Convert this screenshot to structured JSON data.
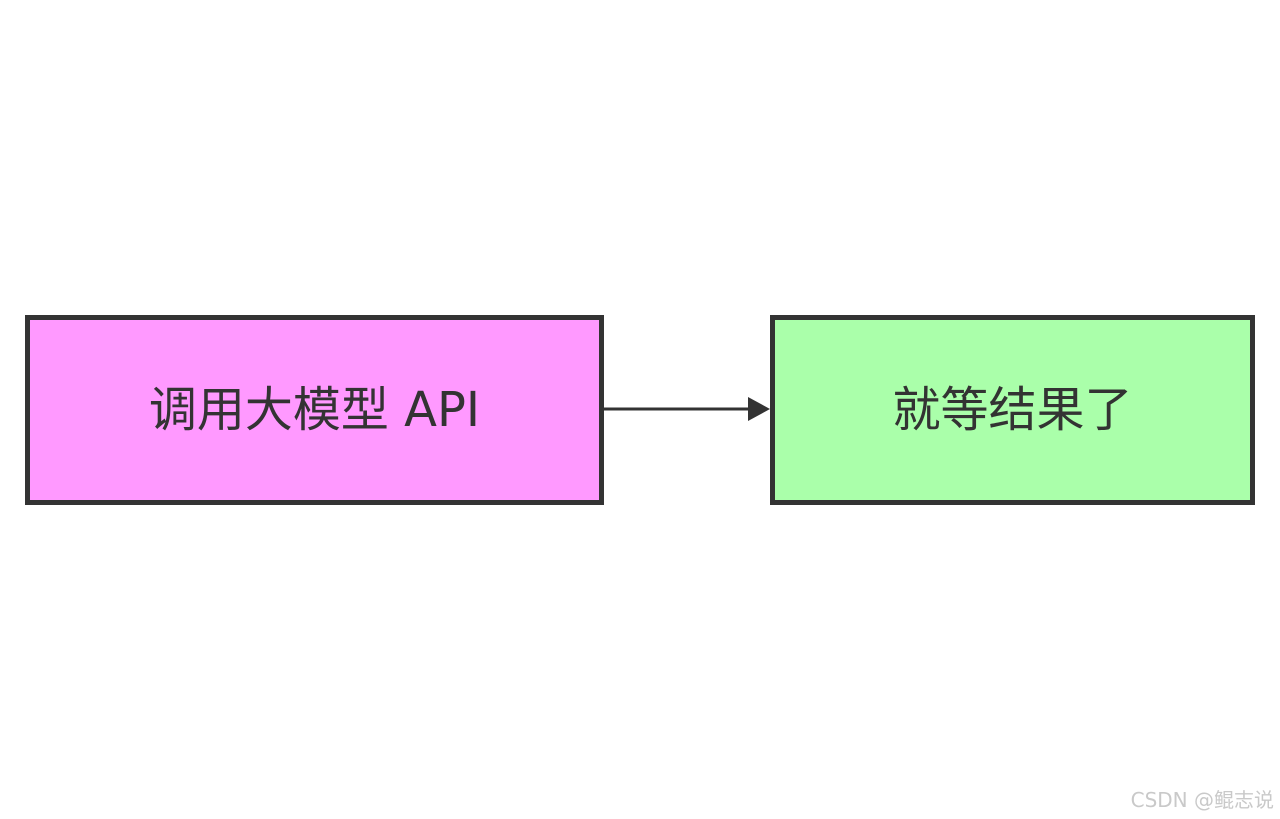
{
  "diagram": {
    "nodes": [
      {
        "id": "call-api",
        "label": "调用大模型 API",
        "fill": "#ff99ff"
      },
      {
        "id": "wait-result",
        "label": "就等结果了",
        "fill": "#aaffaa"
      }
    ],
    "edges": [
      {
        "from": "call-api",
        "to": "wait-result"
      }
    ],
    "stroke_color": "#333333"
  },
  "watermark": "CSDN @鲲志说"
}
